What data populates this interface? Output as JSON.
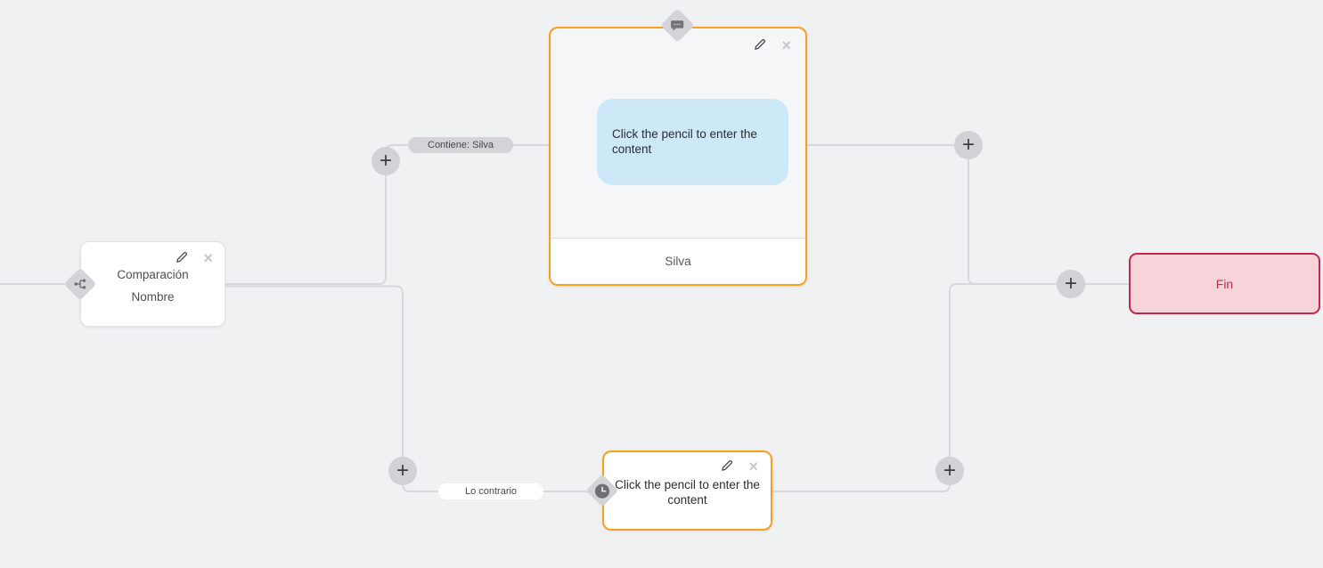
{
  "nodes": {
    "condition": {
      "title_line1": "Comparación",
      "title_line2": "Nombre",
      "icon": "branch-icon"
    },
    "message": {
      "bubble_text": "Click the pencil to enter the content",
      "footer_text": "Silva",
      "icon": "chat-bubble-icon"
    },
    "delay": {
      "text": "Click the pencil to enter the content",
      "icon": "clock-icon"
    },
    "end": {
      "label": "Fin"
    }
  },
  "edges": {
    "condition_true_label": "Contiene: Silva",
    "condition_false_label": "Lo contrario"
  },
  "controls": {
    "edit_icon": "pencil-icon",
    "delete_glyph": "×",
    "add_glyph": "+"
  },
  "colors": {
    "canvas_bg": "#f0f1f3",
    "connector": "#d8d8dc",
    "accent_orange": "#f7a01e",
    "bubble_bg": "#cde8f7",
    "end_bg": "#f6d4da",
    "end_border": "#c2294b",
    "port_gray": "#d3d3d8"
  }
}
